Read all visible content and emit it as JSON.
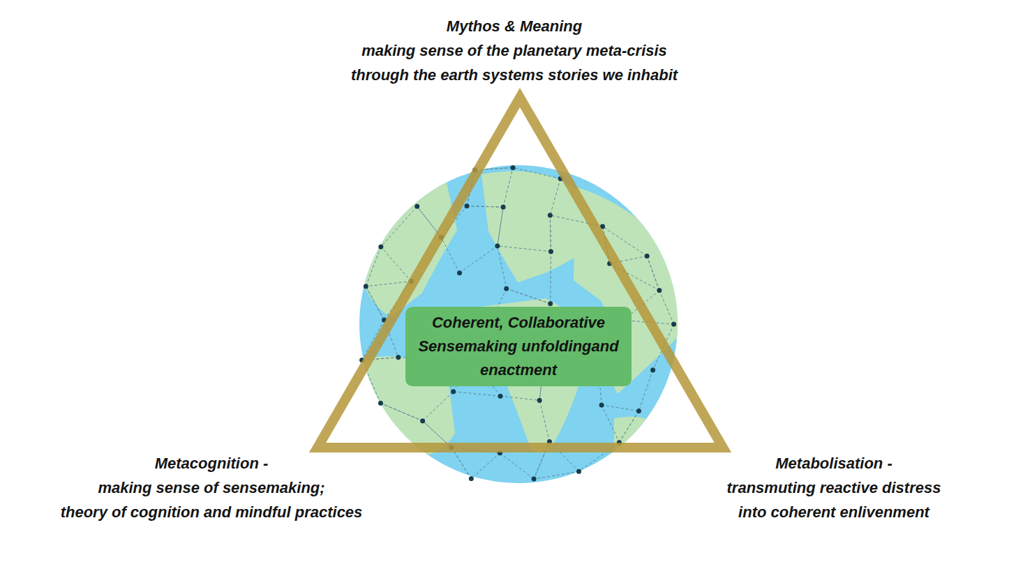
{
  "diagram": {
    "nodes": [
      {
        "text": [
          "Coherent, Collaborative Sensemaking unfoldingand enactment"
        ]
      }
    ],
    "labels": [
      "Mythos & Meaning",
      "making sense of the planetary meta-crisis",
      "through the earth systems stories we inhabit",
      "Metacognition -",
      "making sense of sensemaking;",
      "theory of cognition and mindful practices",
      "Metabolisation -",
      "transmuting reactive distress",
      "into coherent enlivenment"
    ]
  }
}
